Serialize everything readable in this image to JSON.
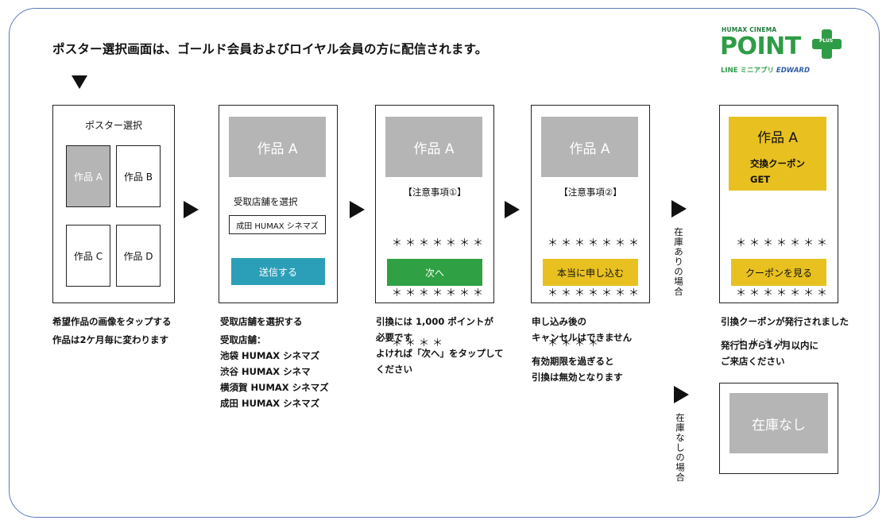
{
  "headline": "ポスター選択画面は、ゴールド会員およびロイヤル会員の方に配信されます。",
  "logo": {
    "small": "HUMAX CINEMA",
    "big": "POINT",
    "plus": "PLUS",
    "line": "LINE ミニアプリ ",
    "edward": "EDWARD"
  },
  "step1": {
    "title": "ポスター選択",
    "thumbs": [
      "作品 A",
      "作品 B",
      "作品 C",
      "作品 D"
    ],
    "caption": [
      "希望作品の画像をタップする",
      "作品は2ケ月毎に変わります"
    ]
  },
  "step2": {
    "work": "作品 A",
    "label": "受取店舗を選択",
    "select_value": "成田 HUMAX シネマズ",
    "button": "送信する",
    "caption": [
      "受取店舗を選択する",
      "受取店舗：",
      "池袋 HUMAX シネマズ",
      "渋谷 HUMAX シネマ",
      "横須賀 HUMAX シネマズ",
      "成田 HUMAX シネマズ"
    ]
  },
  "step3": {
    "work": "作品 A",
    "notice": "【注意事項①】",
    "stars": [
      "＊＊＊＊＊＊＊",
      "＊＊＊＊＊＊＊",
      "＊＊＊＊"
    ],
    "button": "次へ",
    "caption": [
      "引換には 1,000 ポイントが",
      "必要です",
      "よければ「次へ」をタップして",
      "ください"
    ]
  },
  "step4": {
    "work": "作品 A",
    "notice": "【注意事項②】",
    "stars": [
      "＊＊＊＊＊＊＊",
      "＊＊＊＊＊＊＊",
      "＊＊＊＊"
    ],
    "button": "本当に申し込む",
    "caption": [
      "申し込み後の",
      "キャンセルはできません",
      "",
      "有効期限を過ぎると",
      "引換は無効となります"
    ]
  },
  "branch_in_stock": "在庫ありの場合",
  "branch_out_of_stock": "在庫なしの場合",
  "step5": {
    "work": "作品 A",
    "coupon_line1": "交換クーポン",
    "coupon_line2": "GET",
    "stars": [
      "＊＊＊＊＊＊＊",
      "＊＊＊＊＊＊＊",
      "＊＊＊＊"
    ],
    "button": "クーポンを見る",
    "caption": [
      "引換クーポンが発行されました",
      "発行日から1ヶ月以内に",
      "ご来店ください"
    ]
  },
  "step6": {
    "label": "在庫なし"
  },
  "colors": {
    "frame": "#5b7ab6",
    "teal": "#2b9fb8",
    "green": "#2fa043",
    "yellow": "#e8c020",
    "gray": "#b5b5b5",
    "logo_green": "#2e9c46"
  }
}
